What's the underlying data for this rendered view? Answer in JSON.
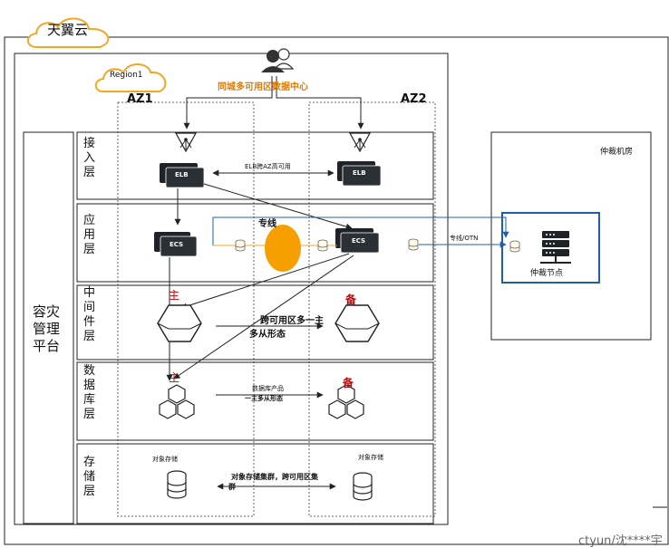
{
  "cloud": {
    "title": "天翼云",
    "region": "Region1"
  },
  "az": {
    "az1": "AZ1",
    "az2": "AZ2"
  },
  "users": {
    "label": "同城多可用区数据中心"
  },
  "platform": {
    "chars": [
      "容",
      "灾",
      "管",
      "理",
      "平",
      "台"
    ]
  },
  "layers": {
    "access": {
      "chars": [
        "接",
        "入",
        "层"
      ]
    },
    "app": {
      "chars": [
        "应",
        "用",
        "层"
      ]
    },
    "middleware": {
      "chars": [
        "中",
        "间",
        "件",
        "层"
      ]
    },
    "database": {
      "chars": [
        "数",
        "据",
        "库",
        "层"
      ]
    },
    "storage": {
      "chars": [
        "存",
        "储",
        "层"
      ]
    }
  },
  "access": {
    "elb_label": "ELB",
    "elb_link": "ELB跨AZ高可用"
  },
  "app": {
    "ecs_label": "ECS",
    "dedicated_line": "专线",
    "otn_label": "专线/OTN"
  },
  "middleware": {
    "primary": "主",
    "standby": "备",
    "desc_line1": "跨可用区多一主",
    "desc_line2": "多从形态"
  },
  "database": {
    "primary": "主",
    "standby": "备",
    "desc_line1": "数据库产品",
    "desc_line2": "一主多从形态"
  },
  "storage": {
    "label_left": "对象存储",
    "label_right": "对象存储",
    "desc_line1": "对象存储集群，跨可用区集",
    "desc_line2": "群"
  },
  "arbiter": {
    "room": "仲裁机房",
    "node": "仲裁节点"
  },
  "watermark": "ctyun/沈****宇",
  "colors": {
    "cloud_outline": "#f5a623",
    "orange_text": "#e07b00",
    "red_text": "#cc0000",
    "blue": "#1f5fa8",
    "node_dark": "#1f2328"
  }
}
